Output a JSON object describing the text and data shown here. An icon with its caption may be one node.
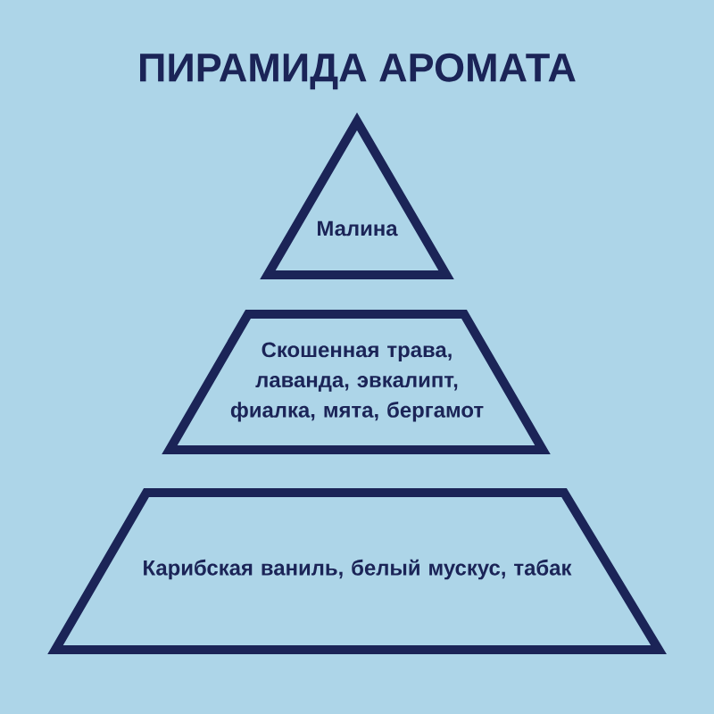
{
  "diagram": {
    "title": "ПИРАМИДА АРОМАТА",
    "nodes": [
      {
        "text": [
          "Малина"
        ]
      },
      {
        "text": [
          "Скошенная трава, лаванда, эвкалипт, фиалка, мята, бергамот"
        ]
      },
      {
        "text": [
          "Карибская ваниль, белый мускус, табак"
        ]
      }
    ]
  }
}
